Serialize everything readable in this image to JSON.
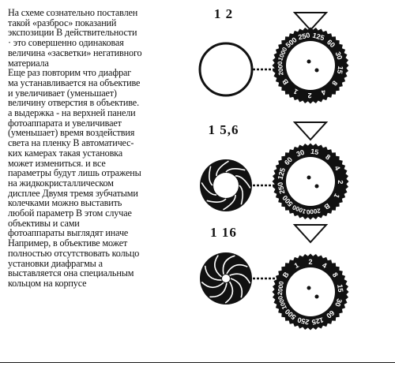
{
  "body_text": [
    "На схеме сознательно поставлен",
    "такой «разброс» показаний",
    "экспозиции  В действительности",
    " · это совершенно одинаковая",
    "величина «засветки» негативного",
    "материала",
    "Еще раз повторим  что диафраг",
    "ма устанавливается на объективе",
    "и увеличивает (уменьшает)",
    "величину отверстия в объективе.",
    "а выдержка -  на верхней панели",
    "фотоаппарата и увеличивает",
    "(уменьшает) время воздействия",
    "света на пленку В автоматичес-",
    "ких камерах такая установка",
    "может измениться. и все",
    "параметры будут лишь отражены",
    "на жидкокристаллическом",
    "дисплее  Двумя тремя зубчатыми",
    "колечками можно выставить",
    "любой параметр  В этом случае",
    "  объективы и сами",
    "фотоаппараты выглядят иначе",
    "Например, в объективе может",
    "полностью отсутствовать кольцо",
    "установки диафрагмы  а",
    "выставляется она специальным",
    "кольцом на корпусе"
  ],
  "figures": [
    {
      "aperture_label": "1  2",
      "aperture_state": "wide open",
      "dial_numbers": [
        "500",
        "250",
        "125",
        "60",
        "30",
        "15",
        "8",
        "4",
        "2",
        "1",
        "B",
        "2000",
        "1000"
      ]
    },
    {
      "aperture_label": "1  5,6",
      "aperture_state": "medium",
      "dial_numbers": [
        "125",
        "60",
        "30",
        "15",
        "8",
        "4",
        "2",
        "1",
        "B",
        "2000",
        "1000",
        "500",
        "250"
      ]
    },
    {
      "aperture_label": "1  16",
      "aperture_state": "small",
      "dial_numbers": [
        "2",
        "4",
        "8",
        "15",
        "30",
        "60",
        "125",
        "250",
        "500",
        "1000",
        "2000",
        "B",
        "1"
      ]
    }
  ]
}
